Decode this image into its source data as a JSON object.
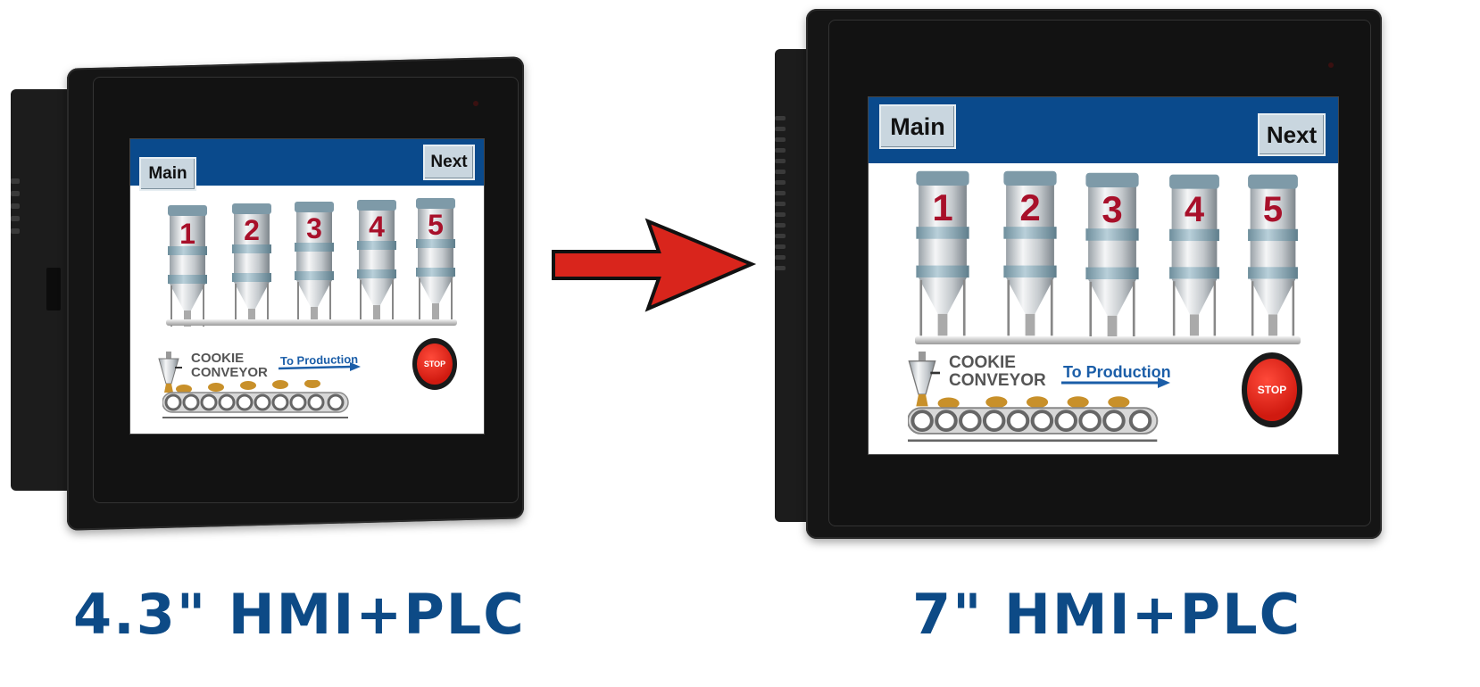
{
  "small_device": {
    "caption": "4.3\" HMI+PLC",
    "screen": {
      "main_button": "Main",
      "next_button": "Next",
      "silos": [
        "1",
        "2",
        "3",
        "4",
        "5"
      ],
      "conveyor_line1": "COOKIE",
      "conveyor_line2": "CONVEYOR",
      "production_label": "To Production",
      "stop_label": "STOP"
    }
  },
  "large_device": {
    "caption": "7\" HMI+PLC",
    "screen": {
      "main_button": "Main",
      "next_button": "Next",
      "silos": [
        "1",
        "2",
        "3",
        "4",
        "5"
      ],
      "conveyor_line1": "COOKIE",
      "conveyor_line2": "CONVEYOR",
      "production_label": "To Production",
      "stop_label": "STOP"
    }
  },
  "colors": {
    "header_blue": "#0a4a8c",
    "silo_number_red": "#a8102a",
    "arrow_red": "#d9251c",
    "caption_blue": "#0d4a86",
    "stop_red": "#d01a10"
  },
  "icons": {
    "arrow": "right-arrow-icon",
    "stop": "stop-button-icon",
    "hopper": "hopper-icon",
    "cookie": "cookie-icon",
    "roller": "roller-icon"
  }
}
